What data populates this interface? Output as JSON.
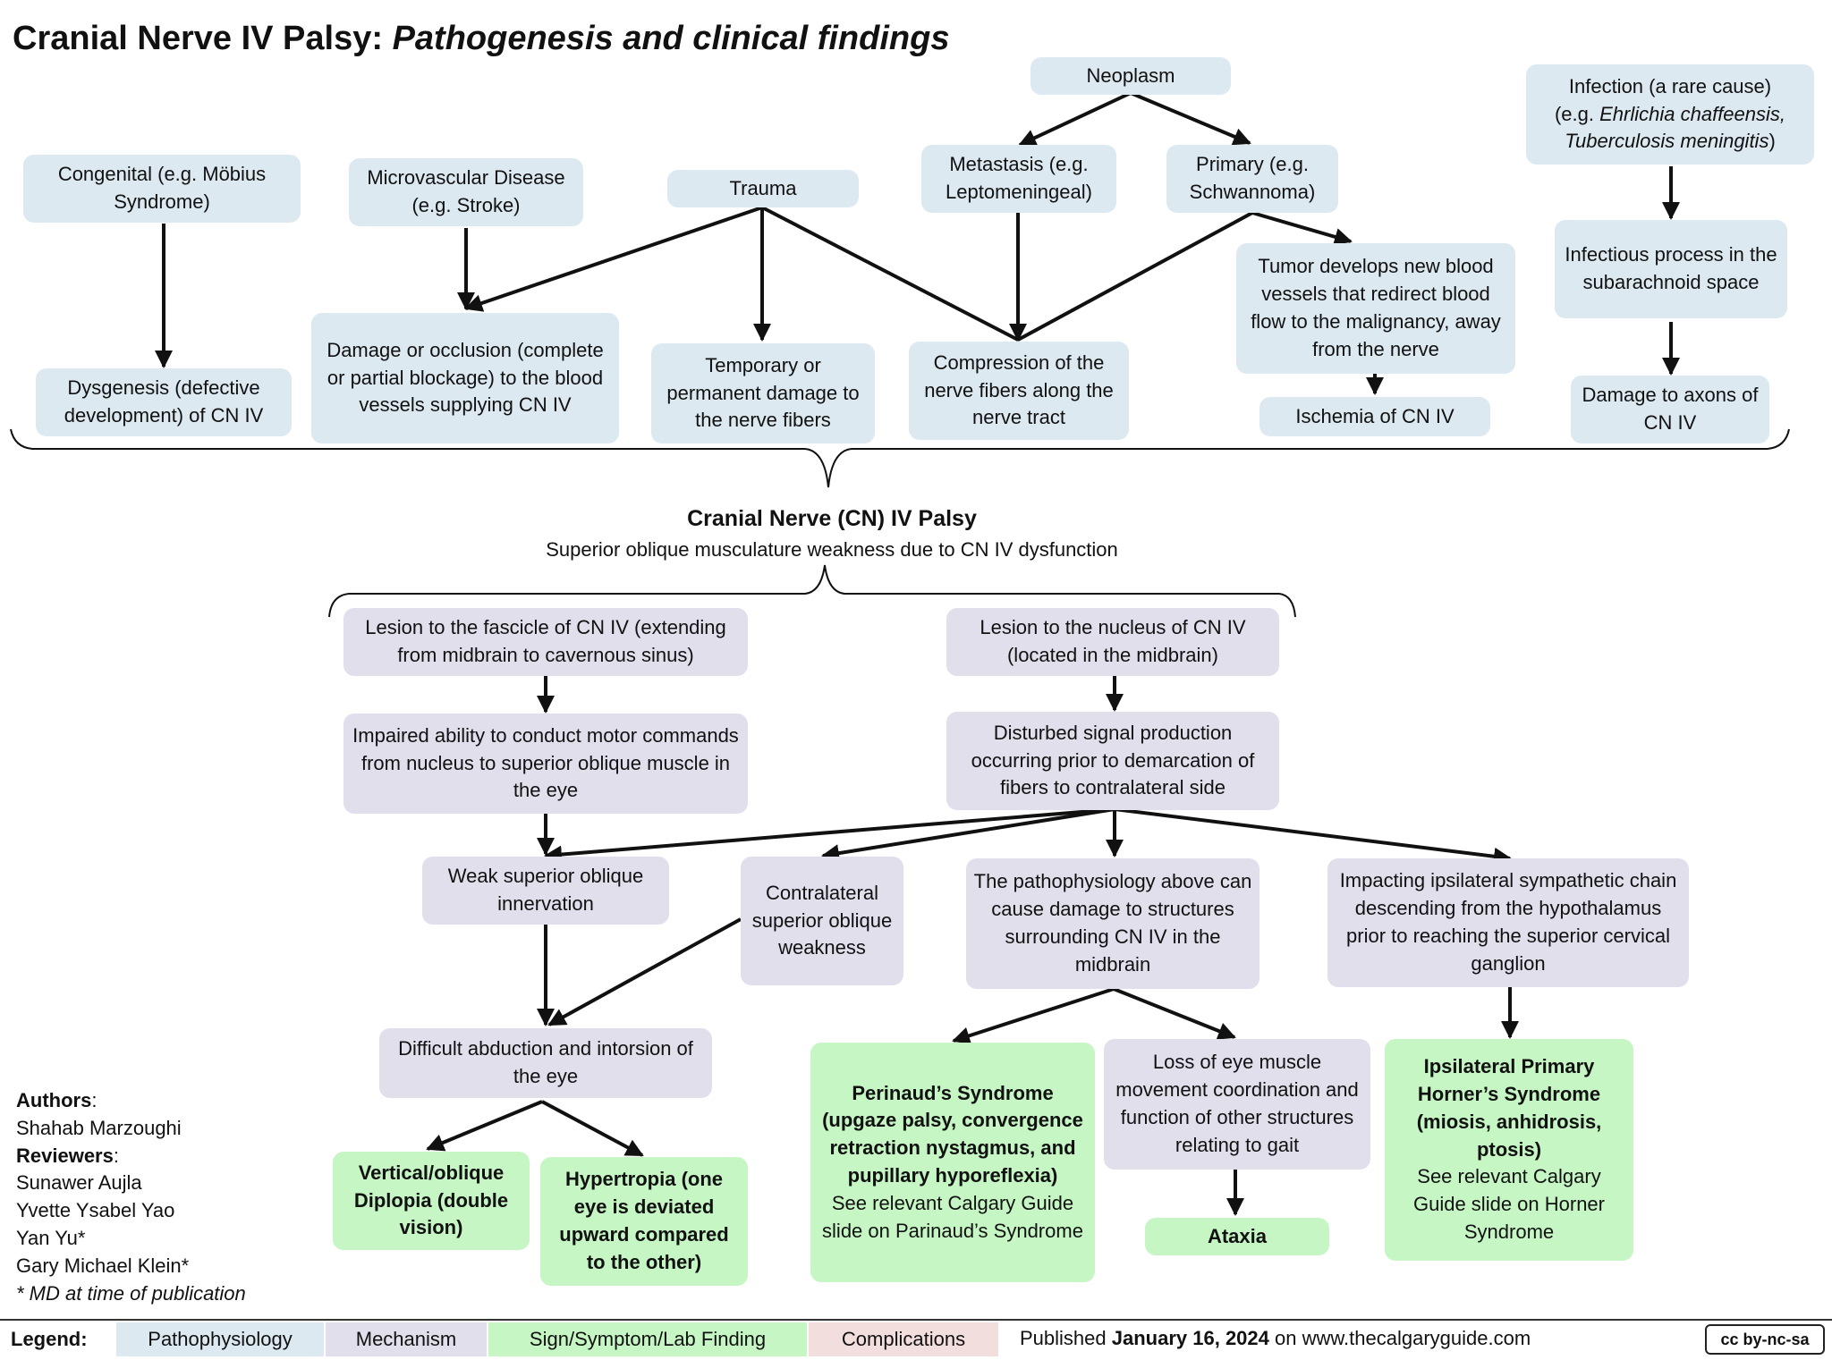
{
  "title": {
    "main": "Cranial Nerve IV Palsy:",
    "italic": "Pathogenesis and clinical findings"
  },
  "causes": {
    "congenital": "Congenital (e.g. Möbius Syndrome)",
    "dysgenesis": "Dysgenesis (defective development) of CN IV",
    "microvascular": "Microvascular Disease (e.g. Stroke)",
    "damage_occlusion": "Damage or occlusion (complete or partial blockage) to the blood vessels supplying CN IV",
    "trauma": "Trauma",
    "temp_perm": "Temporary or permanent damage to the nerve fibers",
    "neoplasm": "Neoplasm",
    "metastasis": "Metastasis (e.g. Leptomeningeal)",
    "primary": "Primary (e.g. Schwannoma)",
    "compression": "Compression of the nerve fibers along the nerve tract",
    "tumor_vessels": "Tumor develops new blood vessels that redirect blood flow to the malignancy, away from the nerve",
    "ischemia": "Ischemia of CN IV",
    "infection_a": "Infection (a rare cause)",
    "infection_b": "(e.g. ",
    "infection_c": "Ehrlichia chaffeensis,",
    "infection_d": "Tuberculosis meningitis",
    "infection_e": ")",
    "infectious_process": "Infectious process in the subarachnoid space",
    "damage_axons": "Damage to axons of CN IV"
  },
  "center": {
    "title": "Cranial Nerve (CN) IV Palsy",
    "subtitle": "Superior oblique musculature weakness due to CN IV dysfunction"
  },
  "mechanisms": {
    "fascicle": "Lesion to the fascicle of CN IV (extending from midbrain to cavernous sinus)",
    "nucleus": "Lesion to the nucleus of CN IV (located in the midbrain)",
    "impaired": "Impaired ability to conduct motor commands from nucleus to superior oblique muscle in the eye",
    "disturbed": "Disturbed signal production occurring prior to demarcation of fibers to contralateral side",
    "weak": "Weak superior oblique innervation",
    "contralateral": "Contralateral superior oblique weakness",
    "pathophys_above": "The pathophysiology above can cause damage to structures  surrounding CN IV in the midbrain",
    "sympathetic": "Impacting ipsilateral sympathetic chain descending from the hypothalamus prior to reaching the superior cervical ganglion",
    "difficult": "Difficult abduction and intorsion of the eye",
    "loss_coord": "Loss of eye muscle movement coordination and function of other structures relating to gait"
  },
  "findings": {
    "diplopia": "Vertical/oblique Diplopia (double vision)",
    "hypertropia": "Hypertropia (one eye is deviated upward compared to the other)",
    "perinaud_bold": "Perinaud’s Syndrome (upgaze palsy, convergence retraction nystagmus, and pupillary hyporeflexia)",
    "perinaud_note": "See relevant Calgary Guide slide on Parinaud’s Syndrome",
    "ataxia": "Ataxia",
    "horner_bold": "Ipsilateral Primary Horner’s Syndrome (miosis, anhidrosis, ptosis)",
    "horner_note": "See relevant Calgary Guide slide on Horner Syndrome"
  },
  "authors": {
    "authors_label": "Authors",
    "author1": "Shahab Marzoughi",
    "reviewers_label": "Reviewers",
    "reviewer1": "Sunawer Aujla",
    "reviewer2": "Yvette Ysabel Yao",
    "reviewer3": "Yan Yu*",
    "reviewer4": "Gary Michael Klein*",
    "note": "* MD at time of publication"
  },
  "legend": {
    "label": "Legend:",
    "pathophysiology": "Pathophysiology",
    "mechanism": "Mechanism",
    "sign": "Sign/Symptom/Lab Finding",
    "complications": "Complications"
  },
  "credit": {
    "prefix": "Published ",
    "date": "January 16, 2024",
    "suffix": " on www.thecalgaryguide.com"
  },
  "license": {
    "badge": "cc by-nc-sa"
  },
  "colors": {
    "pathophysiology": "#dde9f0",
    "mechanism": "#e1dfeb",
    "sign": "#c6f6c4",
    "complications": "#f3dede"
  }
}
